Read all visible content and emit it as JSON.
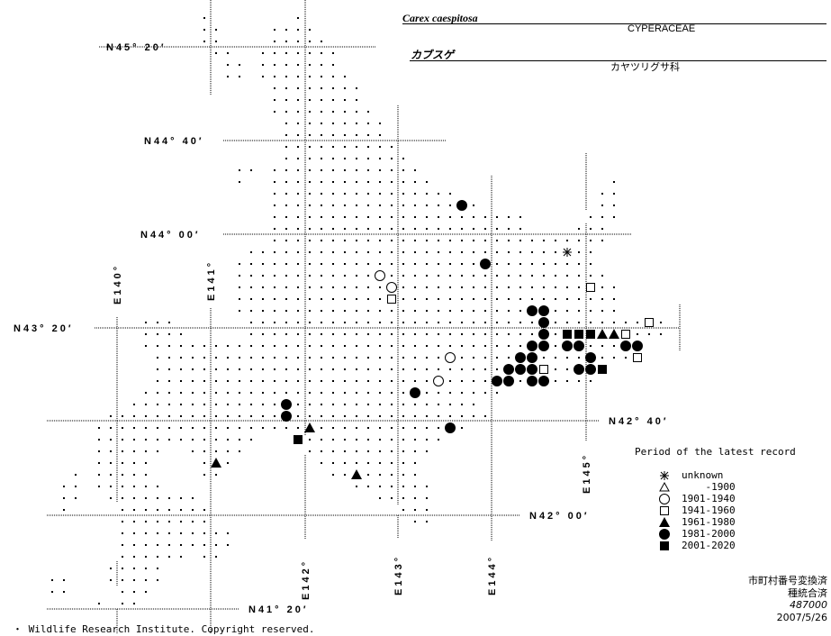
{
  "header": {
    "scientific_name": "Carex caespitosa",
    "family": "CYPERACEAE",
    "japanese_name": "カブスゲ",
    "japanese_family": "カヤツリグサ科"
  },
  "latitude_labels": [
    "N45° 20′",
    "N44° 40′",
    "N44° 00′",
    "N43° 20′",
    "N42° 40′",
    "N42° 00′",
    "N41° 20′"
  ],
  "longitude_labels": [
    "E140°",
    "E141°",
    "E142°",
    "E143°",
    "E144°",
    "E145°"
  ],
  "legend": {
    "title": "Period of the latest record",
    "items": [
      {
        "symbol": "asterisk",
        "label": "unknown"
      },
      {
        "symbol": "open-triangle",
        "label": "    -1900"
      },
      {
        "symbol": "open-circle",
        "label": "1901-1940"
      },
      {
        "symbol": "open-square",
        "label": "1941-1960"
      },
      {
        "symbol": "filled-triangle",
        "label": "1961-1980"
      },
      {
        "symbol": "filled-circle",
        "label": "1981-2000"
      },
      {
        "symbol": "filled-square",
        "label": "2001-2020"
      }
    ]
  },
  "notes": {
    "line1": "市町村番号変換済",
    "line2": "種統合済",
    "code": "487000",
    "date": "2007/5/26"
  },
  "copyright": "・ Wildlife Research Institute. Copyright reserved."
}
